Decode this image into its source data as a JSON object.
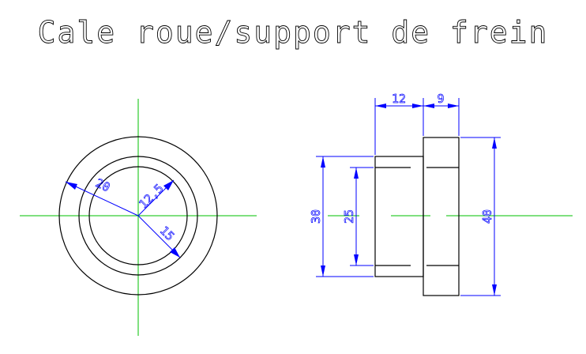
{
  "title": "Cale roue/support de frein",
  "colors": {
    "geometry": "#000000",
    "centerlines": "#00c000",
    "dimensions": "#0000ff",
    "background": "#ffffff"
  },
  "dimensions": {
    "front_view": {
      "radius_outer": "20",
      "radius_inner": "12,5",
      "radius_mid": "15"
    },
    "side_view": {
      "width_hub": "12",
      "width_flange": "9",
      "diameter_30": "30",
      "diameter_25": "25",
      "diameter_40": "40"
    }
  }
}
